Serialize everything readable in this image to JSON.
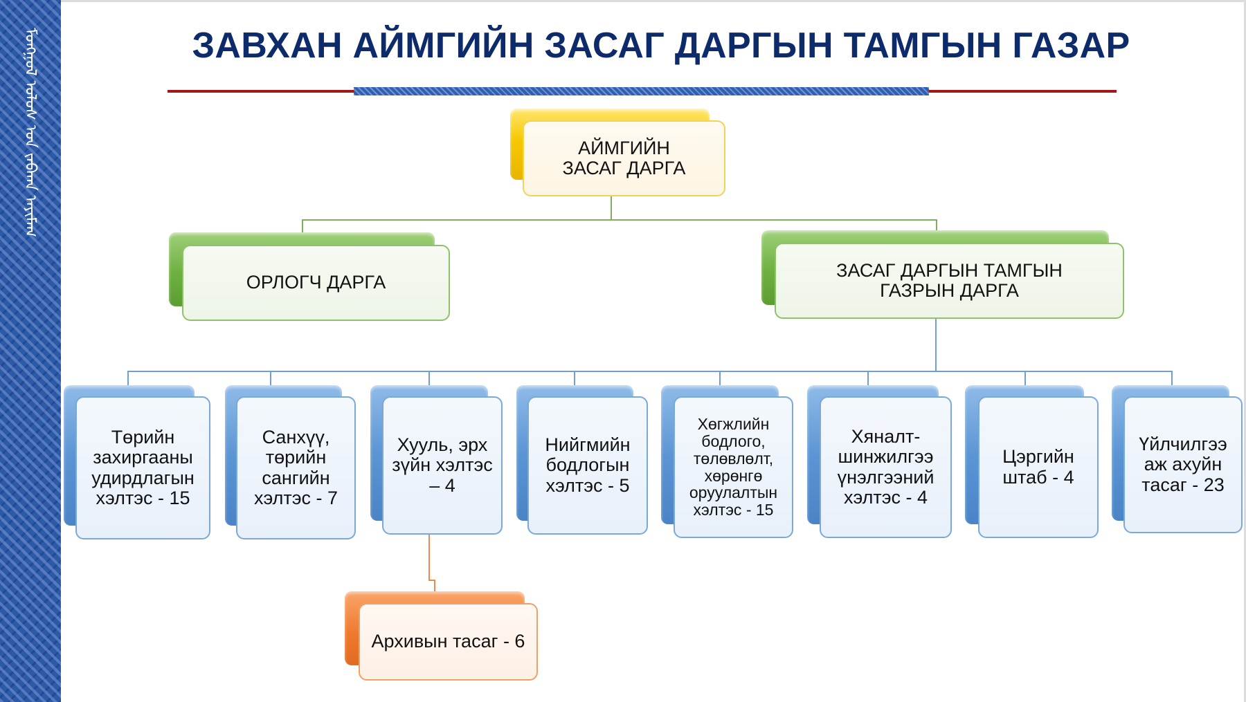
{
  "slide": {
    "title": "ЗАВХАН АЙМГИЙН ЗАСАГ ДАРГЫН ТАМГЫН ГАЗАР",
    "side_band": {
      "pattern": "mongolian-ulzii-knot",
      "script_text": "ᠮᠣᠩᠭᠣᠯ ᠤᠯᠤᠰ ᠤᠨ ᠵᠠᠪᠬᠠᠨ ᠠᠶᠢᠮᠠᠭ"
    },
    "colors": {
      "title": "#0d2a6b",
      "side_band": "#2c5aa6",
      "rule_red": "#a4161a",
      "rule_blue": "#2f5fae",
      "level1": "#f6c800",
      "level2": "#6eb040",
      "level3": "#5c95d4",
      "level4": "#f07b30"
    }
  },
  "org_chart": {
    "root": {
      "label": "АЙМГИЙН ЗАСАГ ДАРГА"
    },
    "level2": [
      {
        "label": "ОРЛОГЧ ДАРГА"
      },
      {
        "label": "ЗАСАГ ДАРГЫН ТАМГЫН ГАЗРЫН ДАРГА"
      }
    ],
    "departments": [
      {
        "label": "Төрийн захиргааны удирдлагын хэлтэс - 15",
        "staff": 15
      },
      {
        "label": "Санхүү, төрийн сангийн хэлтэс - 7",
        "staff": 7
      },
      {
        "label": "Хууль, эрх зүйн хэлтэс – 4",
        "staff": 4
      },
      {
        "label": "Нийгмийн бодлогын хэлтэс - 5",
        "staff": 5
      },
      {
        "label": "Хөгжлийн бодлого, төлөвлөлт, хөрөнгө оруулалтын хэлтэс - 15",
        "staff": 15
      },
      {
        "label": "Хяналт-шинжилгээ үнэлгээний хэлтэс - 4",
        "staff": 4
      },
      {
        "label": "Цэргийн штаб - 4",
        "staff": 4
      },
      {
        "label": "Үйлчилгээ аж ахуйн тасаг - 23",
        "staff": 23
      }
    ],
    "sub_units": [
      {
        "label": "Архивын тасаг - 6",
        "staff": 6,
        "parent": "Хууль, эрх зүйн хэлтэс – 4"
      }
    ]
  }
}
